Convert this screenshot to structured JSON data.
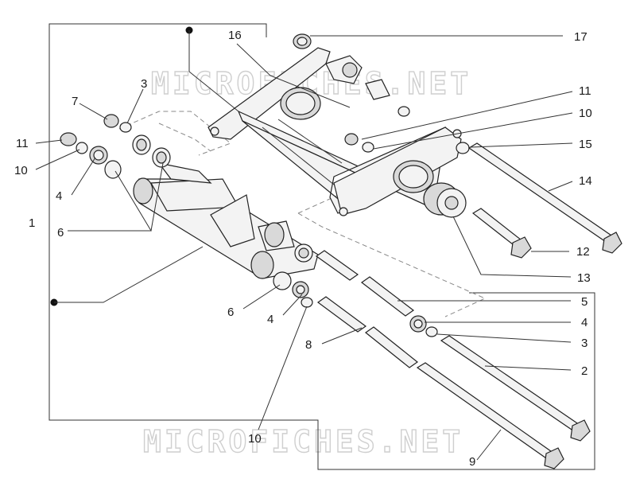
{
  "watermarks": [
    "MICROFICHES.NET",
    "MICROFICHES.NET"
  ],
  "callouts": [
    {
      "id": "c17",
      "text": "17"
    },
    {
      "id": "c16",
      "text": "16"
    },
    {
      "id": "c11r",
      "text": "11"
    },
    {
      "id": "c10r",
      "text": "10"
    },
    {
      "id": "c15",
      "text": "15"
    },
    {
      "id": "c14",
      "text": "14"
    },
    {
      "id": "c12",
      "text": "12"
    },
    {
      "id": "c13",
      "text": "13"
    },
    {
      "id": "c5",
      "text": "5"
    },
    {
      "id": "c4r",
      "text": "4"
    },
    {
      "id": "c3r",
      "text": "3"
    },
    {
      "id": "c2",
      "text": "2"
    },
    {
      "id": "c9",
      "text": "9"
    },
    {
      "id": "c10b",
      "text": "10"
    },
    {
      "id": "c8",
      "text": "8"
    },
    {
      "id": "c4b",
      "text": "4"
    },
    {
      "id": "c6b",
      "text": "6"
    },
    {
      "id": "c6l",
      "text": "6"
    },
    {
      "id": "c4l",
      "text": "4"
    },
    {
      "id": "c10l",
      "text": "10"
    },
    {
      "id": "c11l",
      "text": "11"
    },
    {
      "id": "c7",
      "text": "7"
    },
    {
      "id": "c3l",
      "text": "3"
    },
    {
      "id": "c1",
      "text": "1"
    }
  ]
}
